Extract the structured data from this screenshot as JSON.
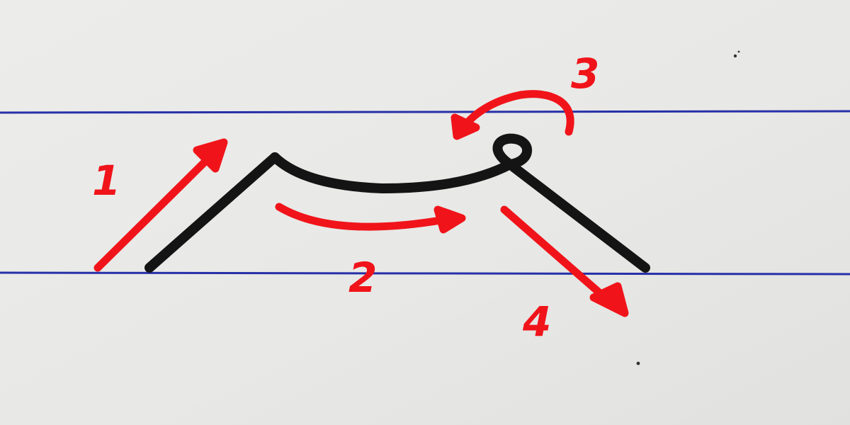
{
  "colors": {
    "paper": "#e9e9e7",
    "rule_line": "#2730a8",
    "ink_black": "#141414",
    "ink_red": "#f0141a"
  },
  "strokes": [
    {
      "step": "1"
    },
    {
      "step": "2"
    },
    {
      "step": "3"
    },
    {
      "step": "4"
    }
  ]
}
